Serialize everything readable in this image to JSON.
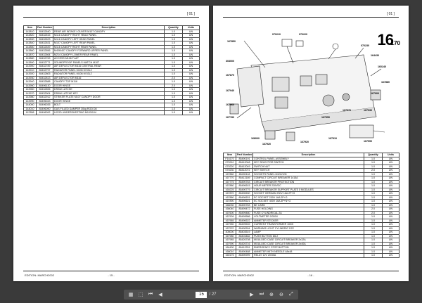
{
  "left_page": {
    "header_code": "[ 01 ]",
    "columns": [
      "Item",
      "Part Number",
      "Description",
      "Quantity",
      "Units"
    ],
    "rows": [
      [
        "143810",
        "85432640",
        "REAR AIR INTAKE LOUVER M107 CANOPY",
        "1.0",
        "UN"
      ],
      [
        "143820",
        "85432615",
        "M116 CANOPY RIGHT HEAD PANEL",
        "1.0",
        "UN"
      ],
      [
        "143830",
        "85432623",
        "M116 CANOPY LEFT HEAD PANEL",
        "1.0",
        "UN"
      ],
      [
        "143840",
        "85432631",
        "M107 CANOPY LEFT REAR PANEL",
        "1.0",
        "UN"
      ],
      [
        "143850",
        "85432649",
        "M116 CANOPY RIGHT REAR PANEL",
        "1.0",
        "UN"
      ],
      [
        "143860",
        "85432656",
        "M406/407 CANOPY FORWARD UPPER PANEL",
        "1.0",
        "UN"
      ],
      [
        "143870",
        "85432664",
        "M214 CANOPY LOWER REAR PANEL",
        "1.0",
        "UN"
      ],
      [
        "143880",
        "85432763",
        "ACCESS M106 FLAP",
        "1.0",
        "UN"
      ],
      [
        "143890",
        "85432771",
        "SOUNDPROOF PANELS MATCH M107",
        "1.0",
        "UN"
      ],
      [
        "143900",
        "85432789",
        "AIR DEFLECTOR M116 CENTRAL REAR",
        "1.0",
        "UN"
      ],
      [
        "143910",
        "85432797",
        "RADIATOR PANEL M106 M 53L2",
        "1.0",
        "UN"
      ],
      [
        "143920",
        "85432805",
        "RADIATOR PANEL M106 M 53L2",
        "1.0",
        "UN"
      ],
      [
        "143930",
        "85432813",
        "AIR DEFLECTOR M116",
        "2.0",
        "UN"
      ],
      [
        "143940",
        "85432888",
        "CANOPY TOP M116",
        "1.0",
        "UN"
      ],
      [
        "143950",
        "85496130",
        "DOOR HINGE",
        "2.0",
        "UN"
      ],
      [
        "143960",
        "85432896",
        "DRAW LATCHE",
        "1.0",
        "UN"
      ],
      [
        "143970",
        "85432904",
        "DRAW LATCHE KEY",
        "1.0",
        "UN"
      ],
      [
        "143980",
        "85432912",
        "STRIKER PLATE M107 CANOPY DOOR",
        "1.0",
        "UN"
      ],
      [
        "143990",
        "85496043",
        "DOOR HINGE",
        "1.0",
        "UN"
      ],
      [
        "144000",
        "85496035",
        "BOLT",
        "1.0",
        "UN"
      ],
      [
        "144010",
        "85496090",
        "GAS FILLED DAMPER 30kg ROD D8",
        "1.0",
        "UN"
      ],
      [
        "167858",
        "85496092",
        "HOOD UNDERSHEETING M103/104",
        "1.0",
        "UN"
      ]
    ],
    "edition": "EDITION: MARCH2002",
    "page_number": "- 15 -"
  },
  "right_page": {
    "header_code": "[ 01 ]",
    "figure_number": "16",
    "figure_sub": "170",
    "columns": [
      "Item",
      "Part Number",
      "Description",
      "Quantity",
      "Units"
    ],
    "rows": [
      [
        "F16170",
        "85490191",
        "CONTROL PANEL ASSEMBLY",
        "1.0",
        "UN"
      ],
      [
        "070210",
        "85412048",
        "KEY SELECTOR SWITCH",
        "1.0",
        "UN"
      ],
      [
        "070220",
        "85412049",
        "SWITCH NUT",
        "1.0",
        "UN"
      ],
      [
        "070230",
        "85412072",
        "KEY SWITCH",
        "2.0",
        "UN"
      ],
      [
        "167860",
        "85490118",
        "SOCKETS PANEL M102/105",
        "1.0",
        "UN"
      ],
      [
        "167770",
        "85413189",
        "COMPACT CIRCUIT BREAKER 1x15A",
        "1.0",
        "UN"
      ],
      [
        "167775",
        "85490763",
        "CIRCUIT BREAKER PROTECTION",
        "1.0",
        "UN"
      ],
      [
        "167880",
        "85490615",
        "HOUR METER 230VDC",
        "1.0",
        "UN"
      ],
      [
        "160225",
        "85490779",
        "CIRCUIT BREAKER SUPPORT PLATE 5 MODULES",
        "1.0",
        "UN"
      ],
      [
        "167870",
        "85490630",
        "SOCKET GERMAN 230V 16A 2P+G",
        "1.0",
        "UN"
      ],
      [
        "167880",
        "85490631",
        "EC SOCKET 230V 16A 2P+G",
        "1.0",
        "UN"
      ],
      [
        "167890",
        "85490621",
        "EC SOCKET 400V 16A 3P+N+G",
        "1.0",
        "UN"
      ],
      [
        "166030",
        "85490763",
        "BE CARD",
        "1.0",
        "UN"
      ],
      [
        "166040",
        "85499472",
        "FUSE HOLDING",
        "2.0",
        "UN"
      ],
      [
        "167600",
        "85499480",
        "FUSE CYLINDRICAL 2A",
        "2.0",
        "UN"
      ],
      [
        "167909",
        "85499586",
        "VOLTMETER 0/300V",
        "1.0",
        "UN"
      ],
      [
        "167965",
        "85490622",
        "AMMETER STICKER",
        "1.0",
        "UN"
      ],
      [
        "167950",
        "85499539",
        "CURRENT TRANSFORMER 100/5",
        "1.0",
        "UN"
      ],
      [
        "167970",
        "85490504",
        "WARNING LIGHT CYLINDRIC D22",
        "1.0",
        "UN"
      ],
      [
        "305000",
        "85403519",
        "LAMP",
        "1.0",
        "UN"
      ],
      [
        "167980",
        "85403482",
        "PUSH BUTTON D6.2",
        "1.0",
        "UN"
      ],
      [
        "167985",
        "85426708",
        "MOULDED CASE CIRCUIT BREAKER 2x32A",
        "1.0",
        "UN"
      ],
      [
        "167990",
        "85426716",
        "MOULDED CASE CIRCUIT BREAKER 2x40A",
        "1.0",
        "UN"
      ],
      [
        "164430",
        "85412251",
        "EMERGENCY STOP BUTTON",
        "1.0",
        "UN"
      ],
      [
        "168010",
        "85490488",
        "AMMETER WITH NEEDLE 48x48",
        "1.0",
        "UN"
      ],
      [
        "160175",
        "85490999",
        "RELAY 12V 20/30A",
        "1.0",
        "UN"
      ]
    ],
    "callouts": [
      "167850",
      "070220",
      "070210",
      "070230",
      "160240",
      "303000",
      "167870",
      "164430",
      "167940",
      "167880",
      "167960",
      "167900",
      "167780",
      "168000",
      "167920",
      "167910",
      "167930",
      "167970",
      "167950",
      "167990",
      "167920"
    ],
    "edition": "EDITION: MARCH2002",
    "page_number": "- 16 -"
  },
  "toolbar": {
    "current_page": "15",
    "total_pages": "/ 27"
  }
}
